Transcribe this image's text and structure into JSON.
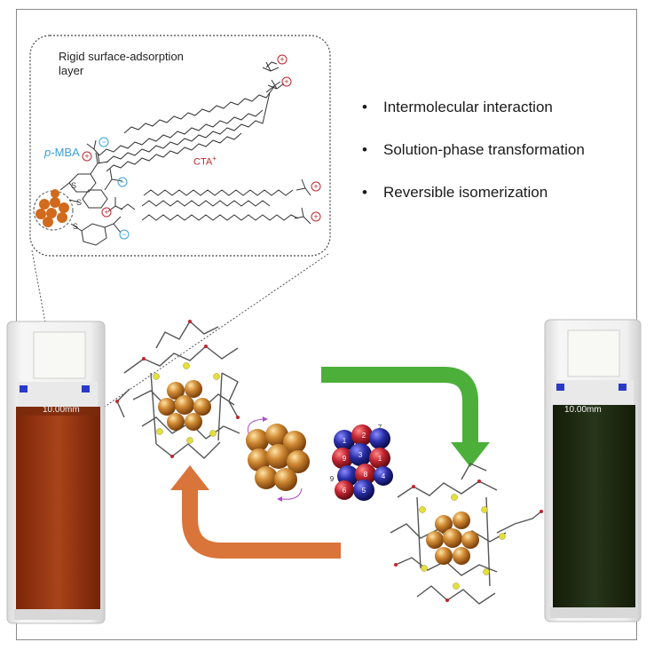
{
  "inset": {
    "title_line1": "Rigid surface-adsorption",
    "title_line2": "layer",
    "ligand_label_italic": "p",
    "ligand_label_rest": "-MBA",
    "surfactant_label": "CTA",
    "surfactant_charge": "+"
  },
  "bullets": [
    "Intermolecular interaction",
    "Solution-phase transformation",
    "Reversible isomerization"
  ],
  "cuvettes": {
    "left_label": "10.00mm",
    "right_label": "10.00mm",
    "left_solution_color": "#a33a12",
    "right_solution_color": "#1f2a0e"
  },
  "arrows": {
    "forward_color": "#4caf3a",
    "reverse_color": "#d9743a"
  },
  "core_numbering": [
    "1",
    "2",
    "3",
    "4",
    "5",
    "6",
    "7",
    "8",
    "9"
  ],
  "colors": {
    "gold": "#c8862e",
    "sulfur": "#e5df3c",
    "oxygen": "#c0262d",
    "carbon": "#555555",
    "core_red": "#b8202c",
    "core_blue": "#2a2ea8"
  }
}
